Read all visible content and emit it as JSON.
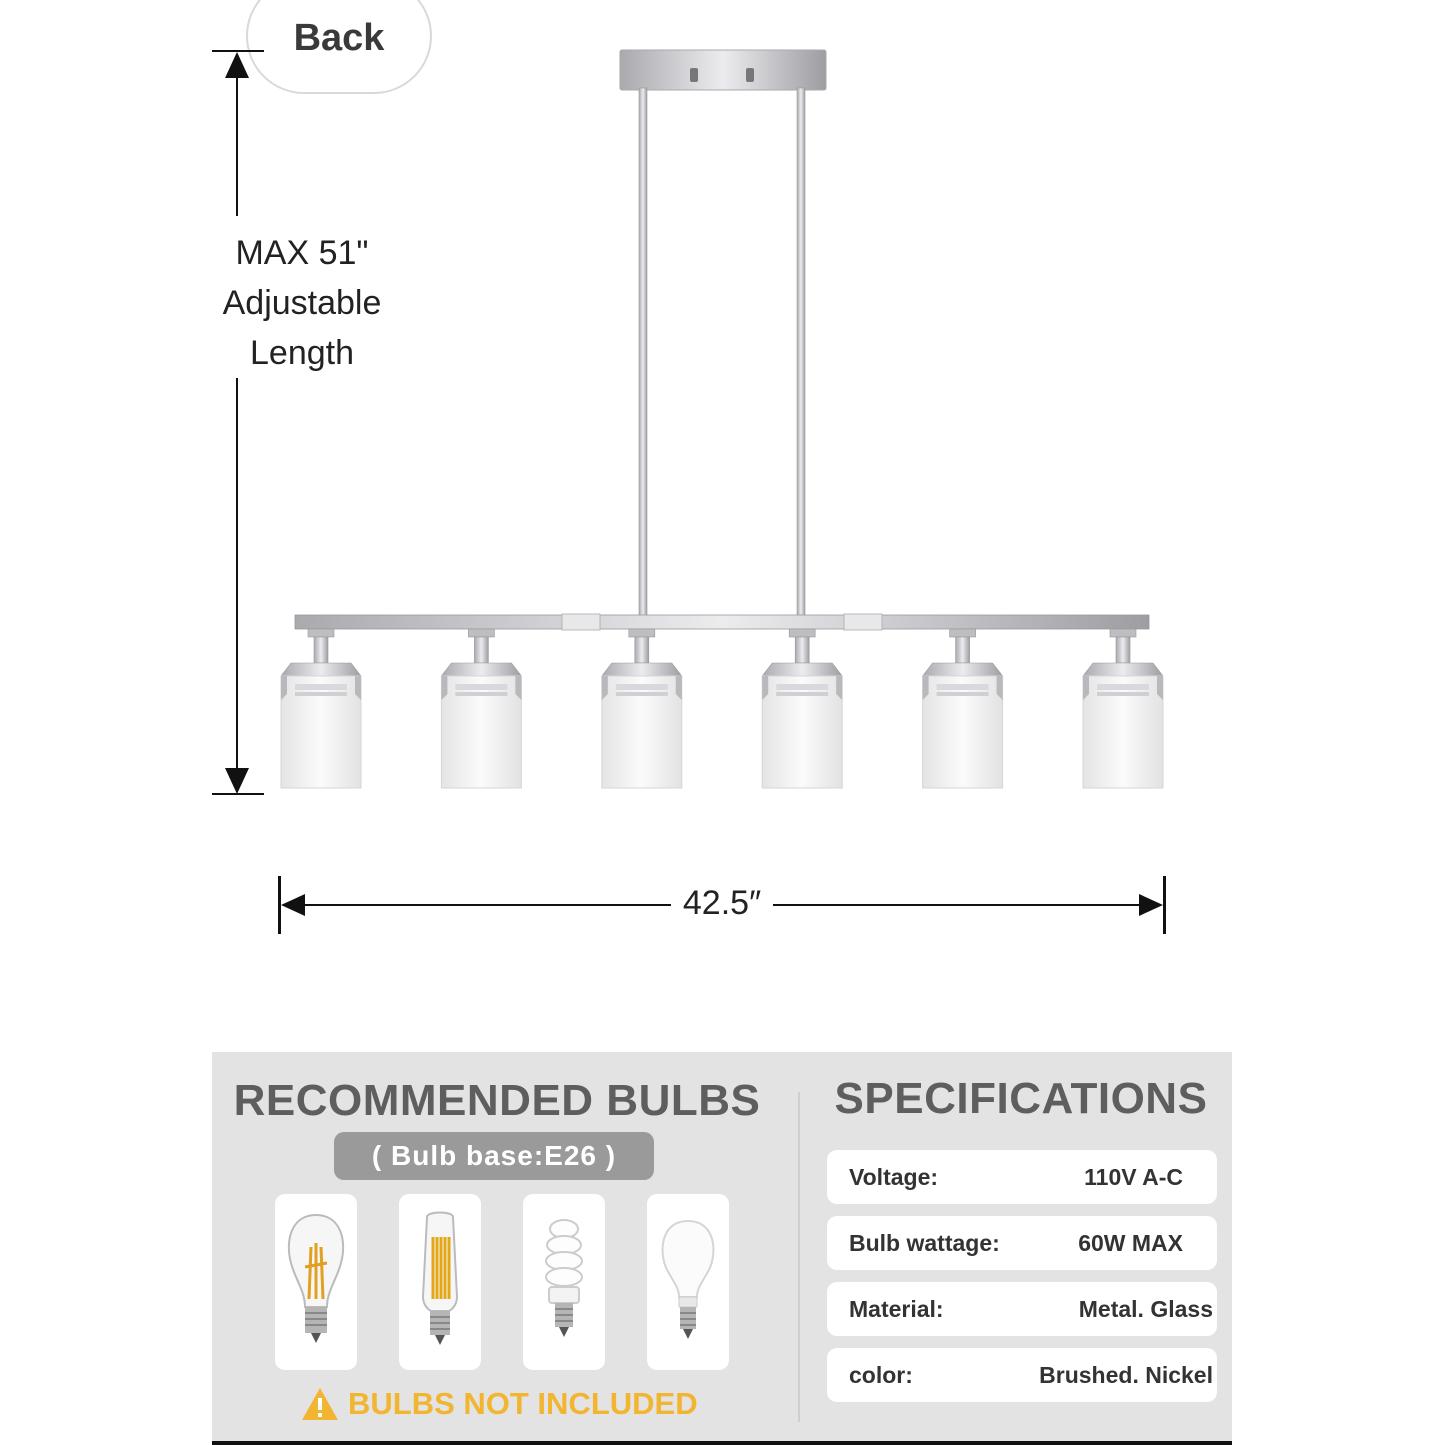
{
  "back_button": {
    "label": "Back"
  },
  "height_dimension": {
    "line1": "MAX 51\"",
    "line2": "Adjustable",
    "line3": "Length"
  },
  "width_dimension": {
    "label": "42.5″"
  },
  "product": {
    "lights": 6,
    "finish_color": "#c8c8cc",
    "shade_color": "#f1f1f1"
  },
  "recommended_bulbs": {
    "title": "RECOMMENDED BULBS",
    "base": "( Bulb base:E26 )",
    "bulb_icons": [
      "led-filament-a19-icon",
      "led-filament-t14-icon",
      "cfl-spiral-icon",
      "led-a19-icon"
    ],
    "warning": "BULBS NOT INCLUDED",
    "warning_color": "#f2b531"
  },
  "specifications": {
    "title": "SPECIFICATIONS",
    "rows": [
      {
        "label": "Voltage:",
        "value": "110V  A-C"
      },
      {
        "label": "Bulb wattage:",
        "value": "60W MAX"
      },
      {
        "label": "Material:",
        "value": "Metal. Glass"
      },
      {
        "label": "color:",
        "value": "Brushed. Nickel"
      }
    ]
  }
}
